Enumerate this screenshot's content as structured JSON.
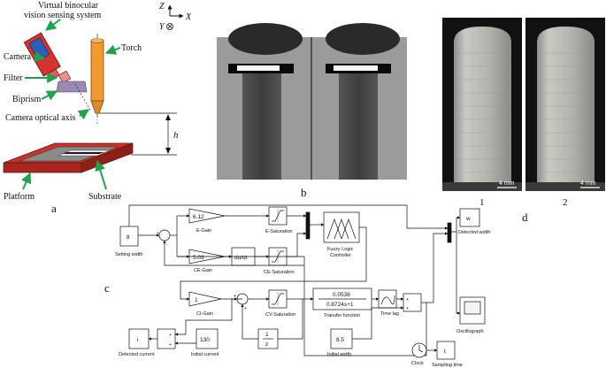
{
  "panel_a": {
    "letter": "a",
    "title_line1": "Virtual binocular",
    "title_line2": "vision sensing system",
    "camera": "Camera",
    "filter": "Filter",
    "biprism": "Biprism",
    "optical_axis": "Camera optical axis",
    "torch": "Torch",
    "platform": "Platform",
    "substrate": "Substrate",
    "height": "h",
    "axis_z": "Z",
    "axis_x": "X",
    "axis_y": "Y"
  },
  "panel_b": {
    "letter": "b"
  },
  "panel_c": {
    "letter": "c",
    "setting_width_value": "8",
    "setting_width_label": "Setting width",
    "e_gain_value": "6.12",
    "e_gain_label": "E-Gain",
    "ce_gain_value": "5.03",
    "ce_gain_label": "CE-Gain",
    "derivative": "du/dt",
    "e_saturation": "E-Saturation",
    "ce_saturation": "CE-Saturation",
    "fuzzy_line1": "Fuzzy Logic",
    "fuzzy_line2": "Controller",
    "ci_gain_value": "1",
    "ci_gain_label": "CI-Gain",
    "cv_saturation": "CV-Saturation",
    "tf_numerator": "0.0536",
    "tf_denominator": "0.8724s+1",
    "tf_label": "Transfer function",
    "time_lag": "Time lag",
    "delay_num": "1",
    "delay_den": "z",
    "initial_current_value": "130",
    "initial_current_label": "Initial current",
    "detected_current_value": "i",
    "detected_current_label": "Detected current",
    "initial_width_value": "8.5",
    "initial_width_label": "Initial width",
    "detected_width_value": "w",
    "detected_width_label": "Detected width",
    "oscillograph_label": "Oscillograph",
    "clock_label": "Clock",
    "sampling_value": "t",
    "sampling_label": "Sampling time",
    "sign_plus": "+",
    "sign_minus": "-"
  },
  "panel_d": {
    "letter": "d",
    "sample1": "1",
    "sample2": "2",
    "scale1": "4 mm",
    "scale2": "4 mm"
  },
  "colors": {
    "camera_red": "#d6322f",
    "camera_blue": "#2d5fb3",
    "torch_orange": "#f29a2e",
    "platform_red": "#c8342b",
    "substrate_gray": "#8a8a8a",
    "arrow_green": "#1fa34a",
    "biprism_purple": "#9b8ab8"
  }
}
